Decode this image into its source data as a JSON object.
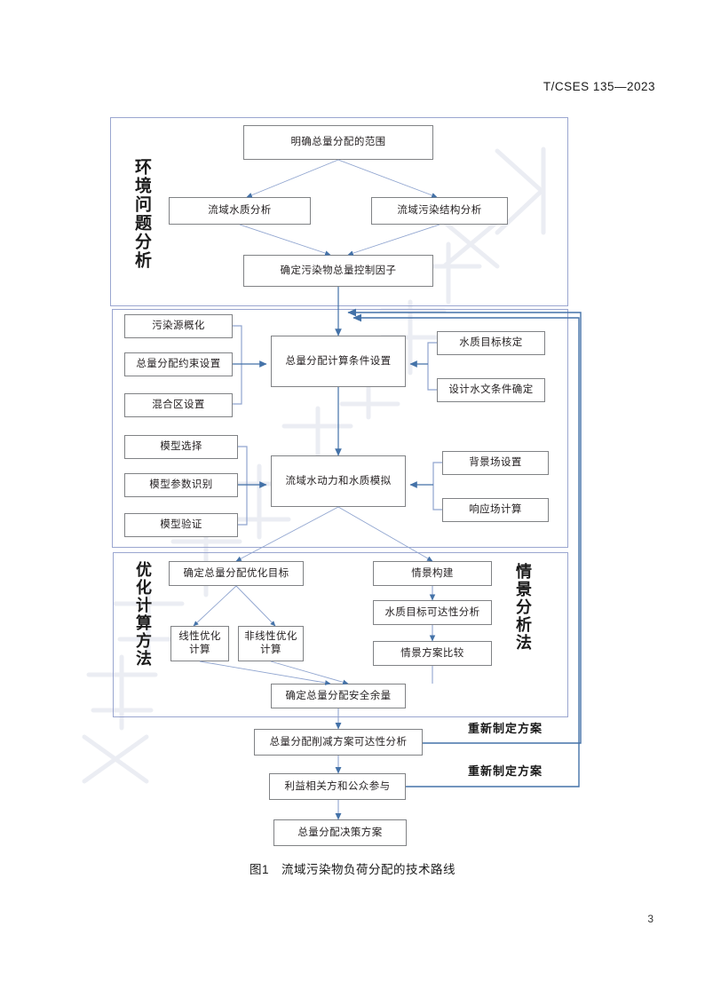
{
  "header": {
    "standard_code": "T/CSES 135—2023"
  },
  "footer": {
    "page_number": "3"
  },
  "figure": {
    "caption_label": "图1",
    "caption_text": "流域污染物负荷分配的技术路线"
  },
  "sections": {
    "environment": {
      "label": "环境问题分析"
    },
    "optimization": {
      "label": "优化计算方法"
    },
    "scenario": {
      "label": "情景分析法"
    }
  },
  "nodes": {
    "scope": "明确总量分配的范围",
    "water_quality_analysis": "流域水质分析",
    "pollution_structure_analysis": "流域污染结构分析",
    "control_factor": "确定污染物总量控制因子",
    "source_generalization": "污染源概化",
    "allocation_constraint": "总量分配约束设置",
    "mixing_zone": "混合区设置",
    "calc_condition": "总量分配计算条件设置",
    "wq_target_check": "水质目标核定",
    "hydro_condition": "设计水文条件确定",
    "model_selection": "模型选择",
    "model_param": "模型参数识别",
    "model_validation": "模型验证",
    "hydrodynamic_sim": "流域水动力和水质模拟",
    "background_field": "背景场设置",
    "response_field": "响应场计算",
    "optimize_target": "确定总量分配优化目标",
    "linear_opt_line1": "线性优化",
    "linear_opt_line2": "计算",
    "nonlinear_opt_line1": "非线性优化",
    "nonlinear_opt_line2": "计算",
    "scenario_build": "情景构建",
    "wq_attainability": "水质目标可达性分析",
    "scenario_compare": "情景方案比较",
    "safety_margin": "确定总量分配安全余量",
    "reduction_attainability": "总量分配削减方案可达性分析",
    "stakeholder_participation": "利益相关方和公众参与",
    "decision_plan": "总量分配决策方案"
  },
  "feedback": {
    "loop_upper": "重新制定方案",
    "loop_lower": "重新制定方案"
  },
  "colors": {
    "arrow": "#4472a8",
    "thin_line": "#8fa4cf",
    "box_border": "#808285",
    "panel_border": "#9aa6d0",
    "text": "#231f20"
  }
}
